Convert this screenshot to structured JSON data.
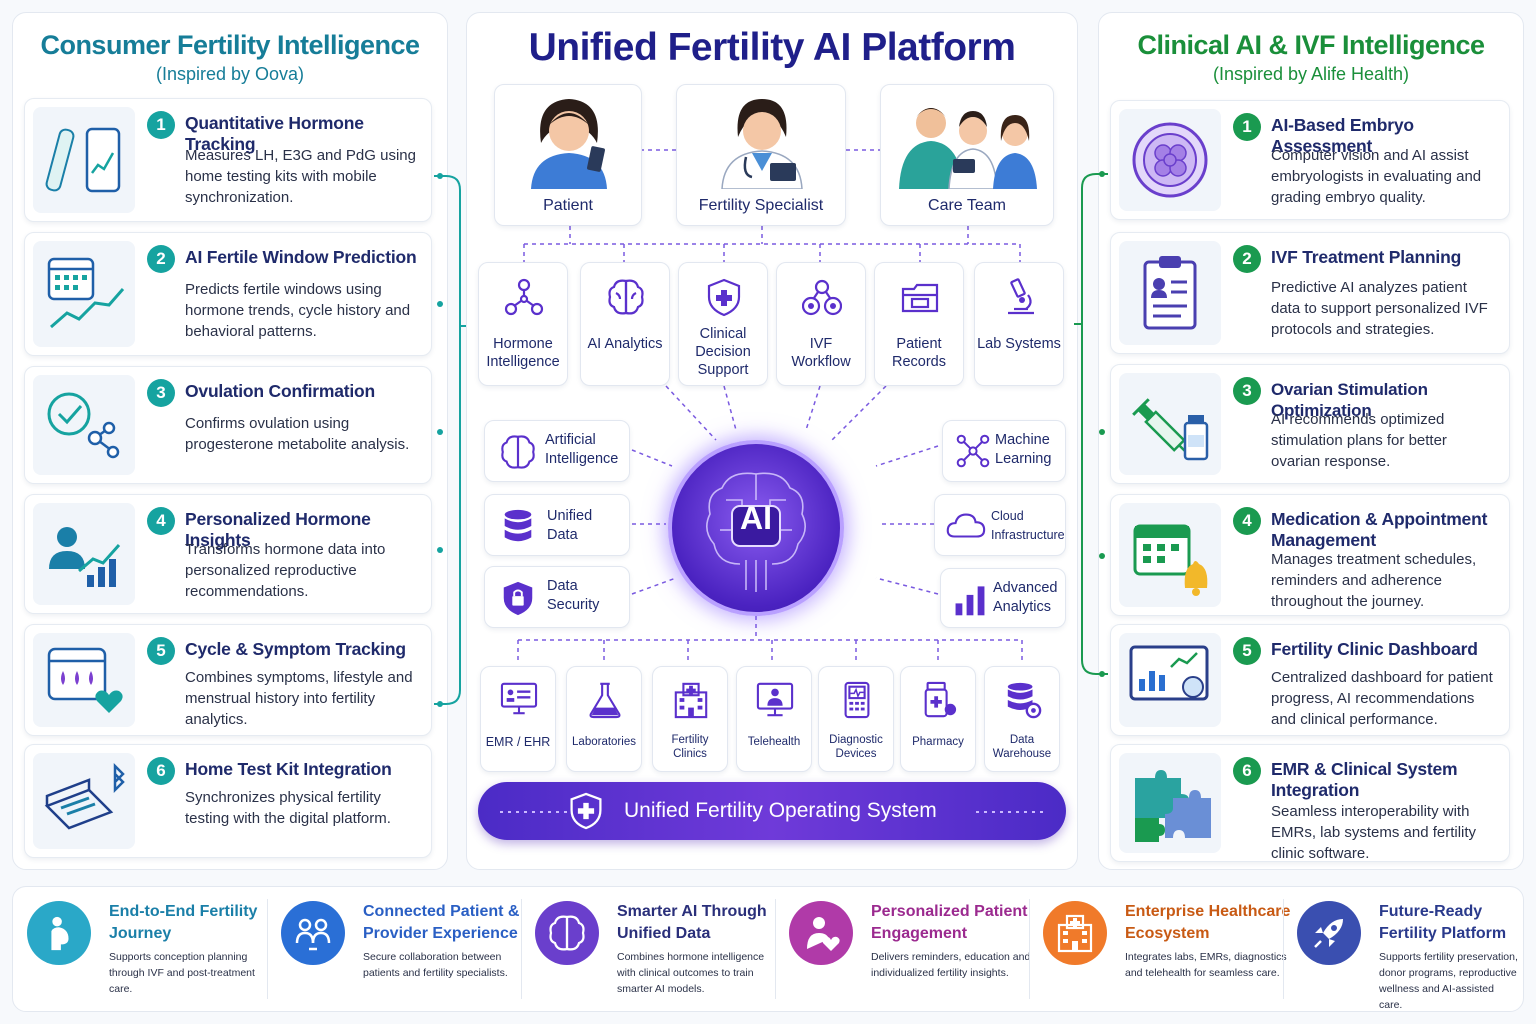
{
  "left": {
    "title": "Consumer Fertility Intelligence",
    "subtitle": "(Inspired by Oova)",
    "cards": [
      {
        "num": "1",
        "title": "Quantitative Hormone Tracking",
        "desc": "Measures LH, E3G and PdG using home testing kits with mobile synchronization."
      },
      {
        "num": "2",
        "title": "AI Fertile Window Prediction",
        "desc": "Predicts fertile windows using hormone trends, cycle history and behavioral patterns."
      },
      {
        "num": "3",
        "title": "Ovulation Confirmation",
        "desc": "Confirms ovulation using progesterone metabolite analysis."
      },
      {
        "num": "4",
        "title": "Personalized Hormone Insights",
        "desc": "Transforms hormone data into personalized reproductive recommendations."
      },
      {
        "num": "5",
        "title": "Cycle & Symptom Tracking",
        "desc": "Combines symptoms, lifestyle and menstrual history into fertility analytics."
      },
      {
        "num": "6",
        "title": "Home Test Kit Integration",
        "desc": "Synchronizes physical fertility testing with the digital platform."
      }
    ]
  },
  "center": {
    "title": "Unified Fertility AI Platform",
    "users": [
      "Patient",
      "Fertility Specialist",
      "Care Team"
    ],
    "modules": [
      "Hormone Intelligence",
      "AI Analytics",
      "Clinical Decision Support",
      "IVF Workflow",
      "Patient Records",
      "Lab Systems"
    ],
    "hub_label": "AI",
    "left_caps": [
      "Artificial Intelligence",
      "Unified Data",
      "Data Security"
    ],
    "right_caps": [
      "Machine Learning",
      "Cloud Infrastructure",
      "Advanced Analytics"
    ],
    "integrations": [
      "EMR / EHR",
      "Laboratories",
      "Fertility Clinics",
      "Telehealth",
      "Diagnostic Devices",
      "Pharmacy",
      "Data Warehouse"
    ],
    "os_label": "Unified Fertility Operating System"
  },
  "right": {
    "title": "Clinical AI & IVF Intelligence",
    "subtitle": "(Inspired by Alife Health)",
    "cards": [
      {
        "num": "1",
        "title": "AI-Based Embryo Assessment",
        "desc": "Computer vision and AI assist embryologists in evaluating and grading embryo quality."
      },
      {
        "num": "2",
        "title": "IVF Treatment Planning",
        "desc": "Predictive AI analyzes patient data to support personalized IVF protocols and strategies."
      },
      {
        "num": "3",
        "title": "Ovarian Stimulation Optimization",
        "desc": "AI recommends optimized stimulation plans for better ovarian response."
      },
      {
        "num": "4",
        "title": "Medication & Appointment Management",
        "desc": "Manages treatment schedules, reminders and adherence throughout the journey."
      },
      {
        "num": "5",
        "title": "Fertility Clinic Dashboard",
        "desc": "Centralized dashboard for patient progress, AI recommendations and clinical performance."
      },
      {
        "num": "6",
        "title": "EMR & Clinical System Integration",
        "desc": "Seamless interoperability with EMRs, lab systems and fertility clinic software."
      }
    ]
  },
  "benefits": [
    {
      "title": "End-to-End Fertility Journey",
      "desc": "Supports conception planning through IVF and post-treatment care.",
      "color": "#1a7fa8"
    },
    {
      "title": "Connected Patient & Provider Experience",
      "desc": "Secure collaboration between patients and fertility specialists.",
      "color": "#2a5fc4"
    },
    {
      "title": "Smarter AI Through Unified Data",
      "desc": "Combines hormone intelligence with clinical outcomes to train smarter AI models.",
      "color": "#2a2f7a"
    },
    {
      "title": "Personalized Patient Engagement",
      "desc": "Delivers reminders, education and individualized fertility insights.",
      "color": "#9b2a8f"
    },
    {
      "title": "Enterprise Healthcare Ecosystem",
      "desc": "Integrates labs, EMRs, diagnostics and telehealth for seamless care.",
      "color": "#c85a14"
    },
    {
      "title": "Future-Ready Fertility Platform",
      "desc": "Supports fertility preservation, donor programs, reproductive wellness and AI-assisted care.",
      "color": "#2a3a8c"
    }
  ],
  "colors": {
    "teal": "#16a3a0",
    "green": "#1a9a50",
    "purple": "#5a30cc",
    "navy": "#1f2a6b"
  }
}
